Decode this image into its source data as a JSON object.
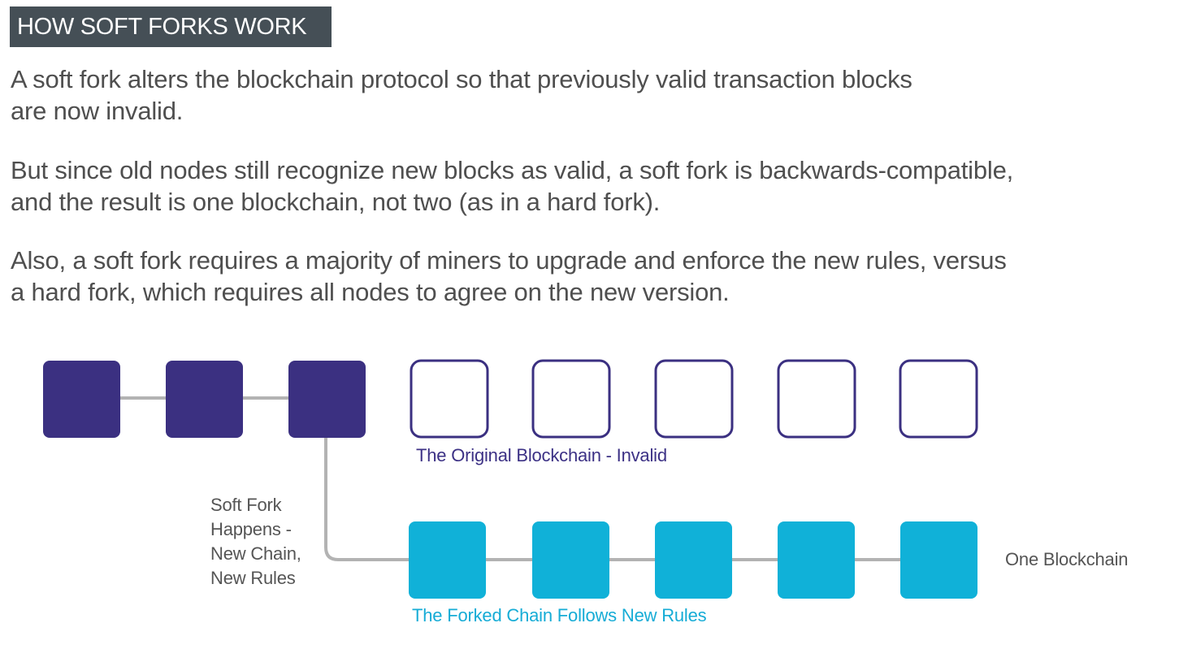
{
  "header": {
    "title": "HOW SOFT FORKS WORK"
  },
  "paragraphs": [
    [
      "A soft fork alters the blockchain protocol so that previously valid transaction blocks",
      "are now invalid."
    ],
    [
      "But since old nodes still recognize new blocks as valid, a soft fork is backwards-compatible,",
      "and the result is one blockchain, not two (as in a hard fork)."
    ],
    [
      "Also, a soft fork requires a majority of miners to upgrade and enforce the new rules, versus",
      "a hard fork, which requires all nodes to agree on the new version."
    ]
  ],
  "diagram": {
    "original_chain_label": "The Original Blockchain - Invalid",
    "forked_chain_label": "The Forked Chain Follows New Rules",
    "fork_label_lines": [
      "Soft Fork",
      "Happens -",
      "New Chain,",
      "New Rules"
    ],
    "result_label": "One Blockchain",
    "colors": {
      "original_block": "#3b3081",
      "forked_block": "#10b1d8",
      "connector": "#b3b3b3"
    }
  }
}
